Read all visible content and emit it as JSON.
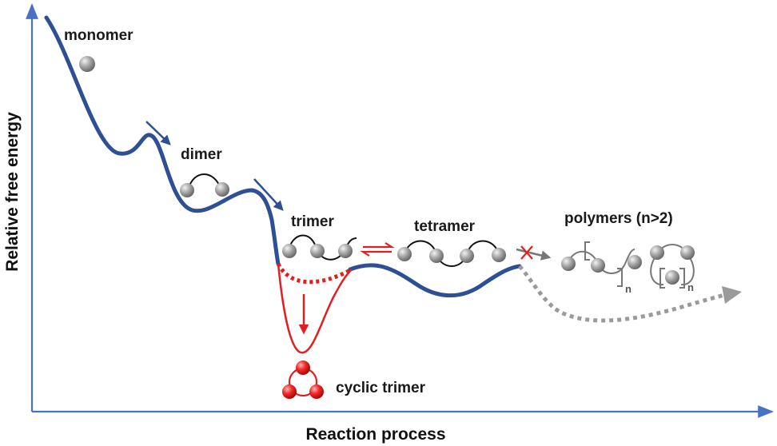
{
  "axes": {
    "y_title": "Relative free energy",
    "x_title": "Reaction process"
  },
  "species": {
    "monomer": "monomer",
    "dimer": "dimer",
    "trimer": "trimer",
    "tetramer": "tetramer",
    "polymers": "polymers (n>2)",
    "cyclic_trimer": "cyclic trimer",
    "subscript_n": "n"
  },
  "colors": {
    "axis": "#4a72c4",
    "main_path": "#2f4f94",
    "cyclic_path": "#e02020",
    "polymer_path": "#9a9a9a",
    "sphere_gray": "#8c8c8c",
    "sphere_red": "#e02020"
  },
  "icons": {
    "arrow": "arrow-icon",
    "equilibrium": "equilibrium-arrows-icon",
    "blocked": "cross-mark-icon",
    "sphere": "sphere-icon"
  }
}
